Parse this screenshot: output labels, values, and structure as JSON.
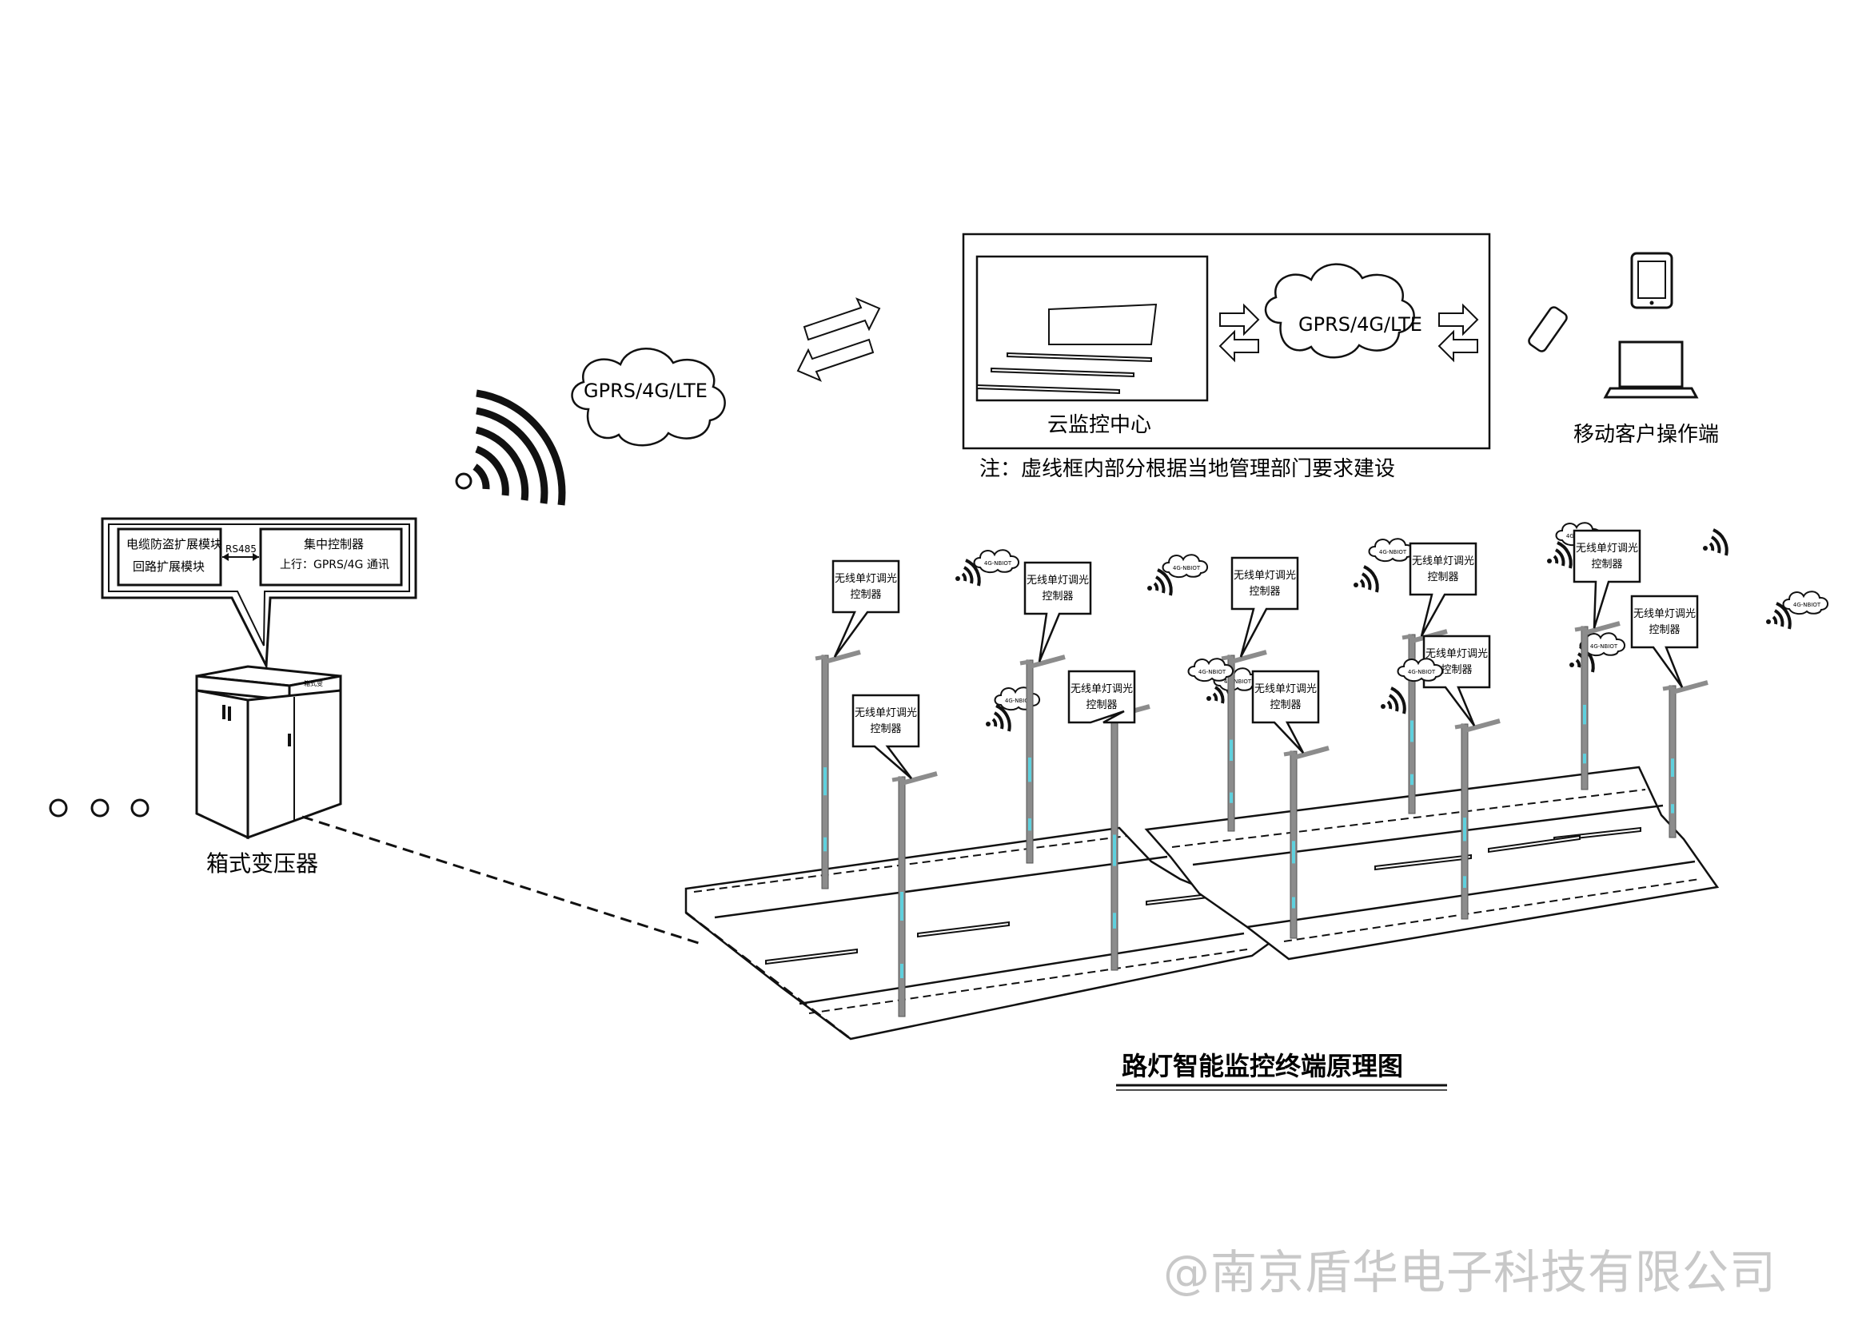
{
  "diagram": {
    "title": "路灯智能监控终端原理图",
    "cloud_center_label": "云监控中心",
    "note": "注：虚线框内部分根据当地管理部门要求建设",
    "network_label_left": "GPRS/4G/LTE",
    "network_label_right": "GPRS/4G/LTE",
    "mobile_client_label": "移动客户操作端",
    "transformer_label": "箱式变压器",
    "transformer_plate": "箱式变",
    "callout": {
      "left_line1": "电缆防盗扩展模块",
      "left_line2": "回路扩展模块",
      "link_label": "RS485",
      "right_line1": "集中控制器",
      "right_line2": "上行：GPRS/4G 通讯"
    },
    "pole_controller_line1": "无线单灯调光",
    "pole_controller_line2": "控制器",
    "pole_cloud_label": "4G-NBIOT",
    "ellipsis": "○ ○ ○"
  },
  "watermark": "@南京盾华电子科技有限公司",
  "colors": {
    "line": "#111111",
    "pole": "#8c8c8c",
    "pole_accent": "#5fd0dd",
    "watermark": "#c8c8c8"
  }
}
